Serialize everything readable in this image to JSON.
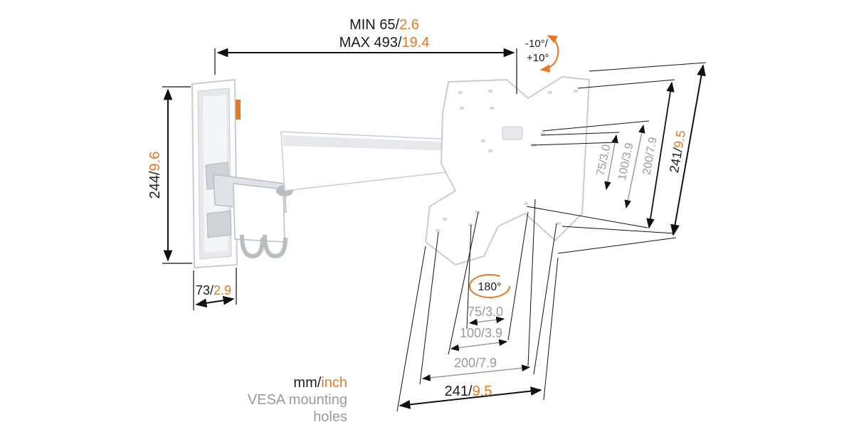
{
  "colors": {
    "text": "#1a1a1a",
    "imperial": "#e87722",
    "vesa": "#9a9a9a",
    "line": "#111111",
    "bracket": "#ffffff",
    "bracket_edge": "#c9cdd2",
    "bracket_shade": "#e6e8eb",
    "arm_gray": "#b9bec4"
  },
  "reach": {
    "min_label": "MIN 65",
    "min_imperial": "2.6",
    "max_label": "MAX 493",
    "max_imperial": "19.4",
    "separator": "/"
  },
  "tilt": {
    "line1": "-10°/",
    "line2": "+10°"
  },
  "rotation": {
    "label": "180°"
  },
  "wall_plate": {
    "height_metric": "244",
    "height_imperial": "9.6",
    "depth_metric": "73",
    "depth_imperial": "2.9"
  },
  "vesa_vertical": [
    {
      "metric": "75",
      "imperial": "3.0"
    },
    {
      "metric": "100",
      "imperial": "3.9"
    },
    {
      "metric": "200",
      "imperial": "7.9"
    }
  ],
  "vesa_vertical_max": {
    "metric": "241",
    "imperial": "9.5"
  },
  "vesa_horizontal": [
    {
      "metric": "75",
      "imperial": "3.0"
    },
    {
      "metric": "100",
      "imperial": "3.9"
    },
    {
      "metric": "200",
      "imperial": "7.9"
    }
  ],
  "vesa_horizontal_max": {
    "metric": "241",
    "imperial": "9.5"
  },
  "legend": {
    "units_metric": "mm",
    "units_sep": "/",
    "units_imperial": "inch",
    "vesa_note": "VESA mounting holes"
  }
}
